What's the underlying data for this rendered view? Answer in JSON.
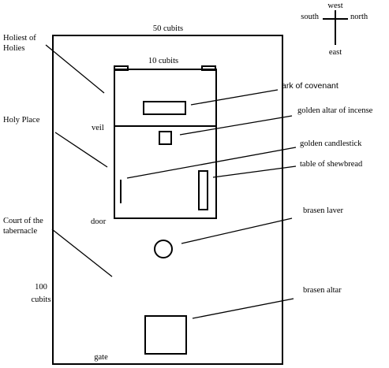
{
  "labels": {
    "court_width": "50 cubits",
    "tent_width": "10 cubits",
    "holiest_line1": "Holiest of",
    "holiest_line2": "Holies",
    "holy_place": "Holy Place",
    "veil": "veil",
    "door": "door",
    "court_line1": "Court of the",
    "court_line2": "tabernacle",
    "court_length_line1": "100",
    "court_length_line2": "cubits",
    "gate": "gate",
    "ark": "ark of covenant",
    "altar_incense": "golden altar of incense",
    "candlestick": "golden candlestick",
    "shewbread": "table of shewbread",
    "laver": "brasen laver",
    "brasen_altar": "brasen altar"
  },
  "compass": {
    "west": "west",
    "south": "south",
    "north": "north",
    "east": "east"
  }
}
